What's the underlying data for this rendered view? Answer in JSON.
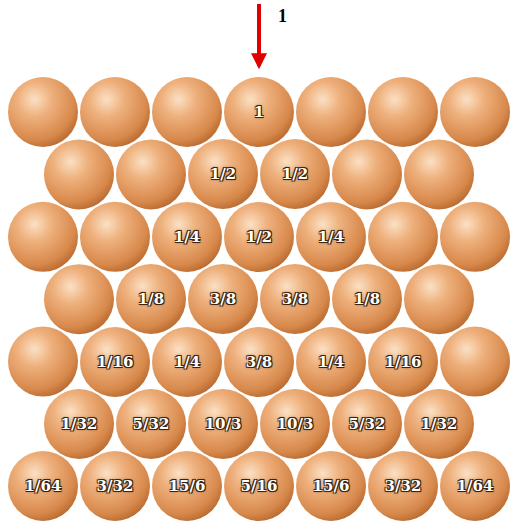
{
  "diagram": {
    "nodes": [
      {
        "text": [
          "1"
        ]
      },
      {
        "text": [
          "1/2"
        ]
      },
      {
        "text": [
          "1/2"
        ]
      },
      {
        "text": [
          "1/4"
        ]
      },
      {
        "text": [
          "1/2"
        ]
      },
      {
        "text": [
          "1/4"
        ]
      },
      {
        "text": [
          "1/8"
        ]
      },
      {
        "text": [
          "3/8"
        ]
      },
      {
        "text": [
          "3/8"
        ]
      },
      {
        "text": [
          "1/8"
        ]
      },
      {
        "text": [
          "1/16"
        ]
      },
      {
        "text": [
          "1/4"
        ]
      },
      {
        "text": [
          "3/8"
        ]
      },
      {
        "text": [
          "1/4"
        ]
      },
      {
        "text": [
          "1/16"
        ]
      },
      {
        "text": [
          "1/32"
        ]
      },
      {
        "text": [
          "5/32"
        ]
      },
      {
        "text": [
          "10/3"
        ]
      },
      {
        "text": [
          "10/3"
        ]
      },
      {
        "text": [
          "5/32"
        ]
      },
      {
        "text": [
          "1/32"
        ]
      },
      {
        "text": [
          "1/64"
        ]
      },
      {
        "text": [
          "3/32"
        ]
      },
      {
        "text": [
          "15/6"
        ]
      },
      {
        "text": [
          "5/16"
        ]
      },
      {
        "text": [
          "15/6"
        ]
      },
      {
        "text": [
          "3/32"
        ]
      },
      {
        "text": [
          "1/64"
        ]
      }
    ],
    "labels": [
      "1"
    ]
  }
}
